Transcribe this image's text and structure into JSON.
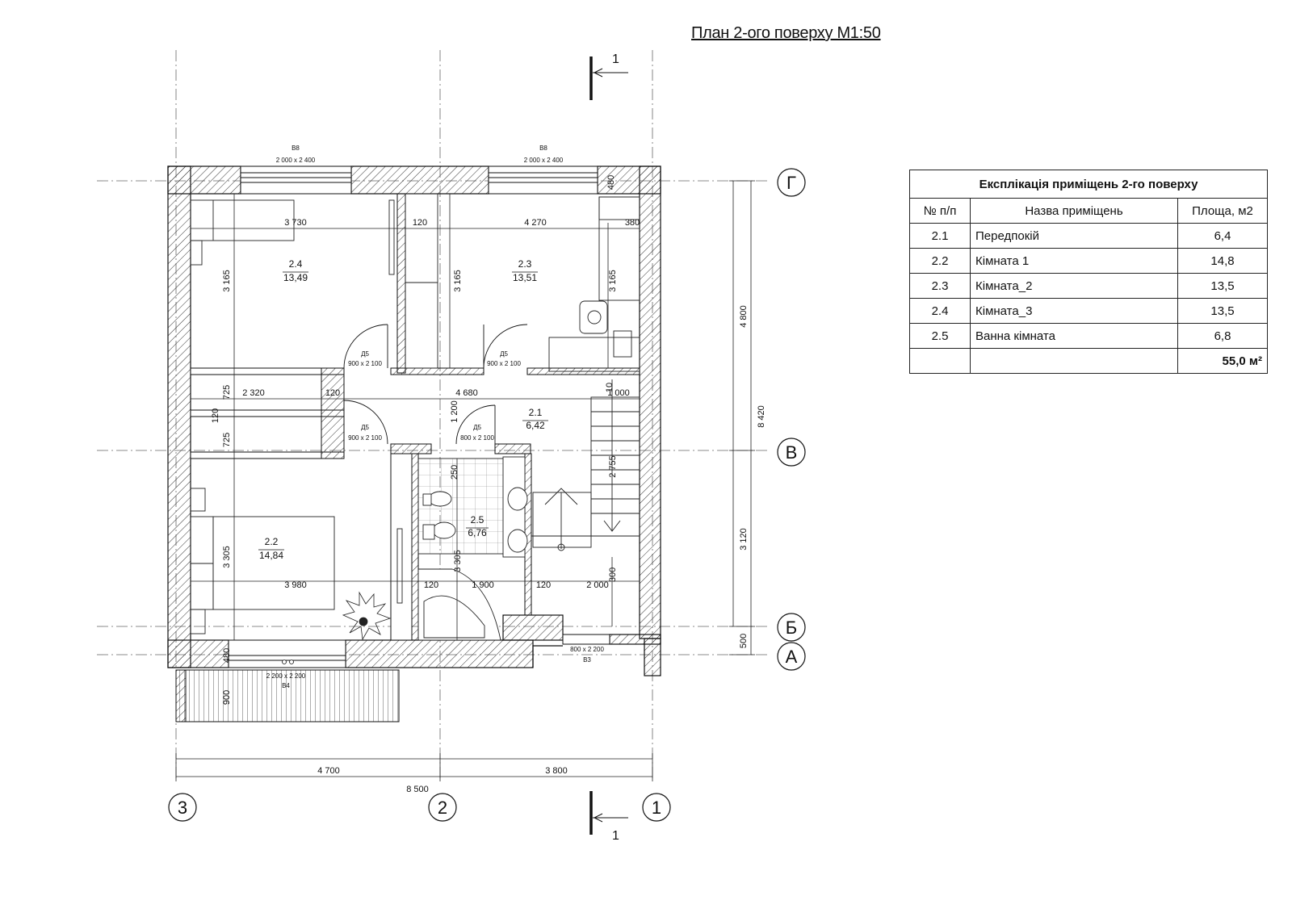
{
  "title": "План 2-ого поверху М1:50",
  "section_mark": "1",
  "windows": {
    "top_left": {
      "mark": "В8",
      "size": "2 000 x 2 400"
    },
    "top_right": {
      "mark": "В8",
      "size": "2 000 x 2 400"
    },
    "balcony": {
      "mark": "В4",
      "size": "2 200 x 2 200"
    },
    "bottom_right": {
      "mark": "В3",
      "size": "800 x 2 200"
    }
  },
  "doors": {
    "d1": "Д5",
    "d1_size": "900 x 2 100",
    "d2": "Д5",
    "d2_size": "900 x 2 100",
    "d3": "Д5",
    "d3_size": "900 x 2 100",
    "d4": "Д5",
    "d4_size": "800 x 2 100"
  },
  "rooms": {
    "r24": {
      "num": "2.4",
      "area": "13,49"
    },
    "r23": {
      "num": "2.3",
      "area": "13,51"
    },
    "r21": {
      "num": "2.1",
      "area": "6,42"
    },
    "r22": {
      "num": "2.2",
      "area": "14,84"
    },
    "r25": {
      "num": "2.5",
      "area": "6,76"
    }
  },
  "axes": {
    "g": "Г",
    "v": "В",
    "b": "Б",
    "a": "А",
    "n3": "3",
    "n2": "2",
    "n1": "1"
  },
  "dims": {
    "d3730": "3 730",
    "d120a": "120",
    "d4270": "4 270",
    "d380": "380",
    "d480t": "480",
    "d3165a": "3 165",
    "d3165b": "3 165",
    "d3165c": "3 165",
    "d725a": "725",
    "d120b": "120",
    "d725b": "725",
    "d2320": "2 320",
    "d120c": "120",
    "d4680": "4 680",
    "d10": "10",
    "d1000": "1 000",
    "d1200": "1 200",
    "d250": "250",
    "d2755": "2 755",
    "d3305a": "3 305",
    "d3305b": "3 305",
    "d3980": "3 980",
    "d120d": "120",
    "d1900": "1 900",
    "d120e": "120",
    "d2000": "2 000",
    "d300": "300",
    "d480b": "480",
    "d900": "900",
    "d4800": "4 800",
    "d8420": "8 420",
    "d3120": "3 120",
    "d500": "500",
    "d4700": "4 700",
    "d3800": "3 800",
    "d8500": "8 500"
  },
  "explication": {
    "caption": "Експлікація приміщень 2-го поверху",
    "headers": [
      "№ п/п",
      "Назва приміщень",
      "Площа, м2"
    ],
    "rows": [
      {
        "num": "2.1",
        "name": "Передпокій",
        "area": "6,4"
      },
      {
        "num": "2.2",
        "name": "Кімната 1",
        "area": "14,8"
      },
      {
        "num": "2.3",
        "name": "Кімната_2",
        "area": "13,5"
      },
      {
        "num": "2.4",
        "name": "Кімната_3",
        "area": "13,5"
      },
      {
        "num": "2.5",
        "name": "Ванна кімната",
        "area": "6,8"
      }
    ],
    "total": "55,0 м²"
  }
}
